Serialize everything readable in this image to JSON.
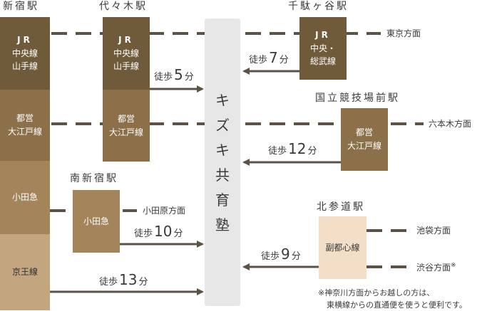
{
  "school": {
    "chars": [
      "キ",
      "ズ",
      "キ",
      "共",
      "育",
      "塾"
    ]
  },
  "stations": {
    "shinjuku": "新宿駅",
    "yoyogi": "代々木駅",
    "sendagaya": "千駄ヶ谷駅",
    "kokuritsu": "国立競技場前駅",
    "minamishinjuku": "南新宿駅",
    "kitasando": "北参道駅"
  },
  "lines": {
    "shinjuku": {
      "jr": {
        "l1": "JR",
        "l2": "中央線",
        "l3": "山手線"
      },
      "oedo": {
        "l1": "都営",
        "l2": "大江戸線"
      },
      "odakyu": {
        "l1": "小田急"
      },
      "keio": {
        "l1": "京王線"
      }
    },
    "yoyogi": {
      "jr": {
        "l1": "JR",
        "l2": "中央線",
        "l3": "山手線"
      },
      "oedo": {
        "l1": "都営",
        "l2": "大江戸線"
      }
    },
    "sendagaya": {
      "jr": {
        "l1": "JR",
        "l2": "中央・",
        "l3": "総武線"
      }
    },
    "kokuritsu": {
      "oedo": {
        "l1": "都営",
        "l2": "大江戸線"
      }
    },
    "minamishinjuku": {
      "odakyu": {
        "l1": "小田急"
      }
    },
    "kitasando": {
      "fukutoshin": {
        "l1": "副都心線"
      }
    }
  },
  "walk_label": "徒歩",
  "unit": "分",
  "walks": {
    "yoyogi": 5,
    "sendagaya": 7,
    "kokuritsu": 12,
    "minamishinjuku": 10,
    "kitasando": 9,
    "keio": 13
  },
  "destinations": {
    "tokyo": "東京方面",
    "roppongi": "六本木方面",
    "odawara": "小田原方面",
    "ikebukuro": "池袋方面",
    "shibuya": "渋谷方面",
    "shibuya_mark": "※"
  },
  "note": {
    "line1": "※神奈川方面からお越しの方は、",
    "line2": "東横線からの直通便を使うと便利です。"
  },
  "colors": {
    "dark": "#6f5a3a",
    "mid": "#8b7049",
    "tan": "#a4845b",
    "light": "#c3a680",
    "peach": "#f3dfc7",
    "school": "#e7e7e7",
    "track": "#5c5346"
  }
}
